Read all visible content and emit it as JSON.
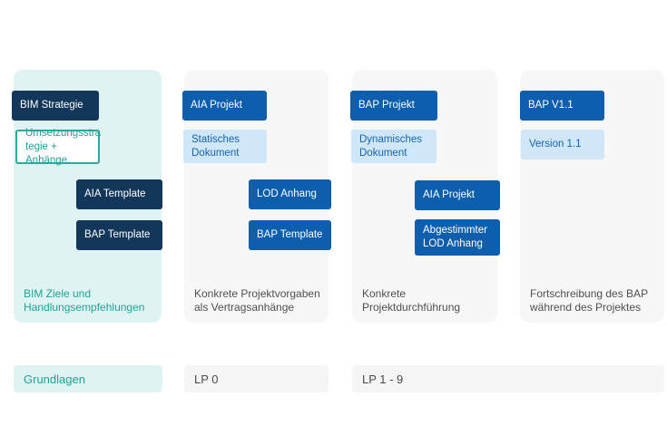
{
  "colors": {
    "navy": "#13365B",
    "blue": "#0D5EAC",
    "light_blue_bg": "#CFE7F8",
    "blue_text": "#1464B2",
    "teal_text": "#1FA29A",
    "teal_border": "#2EA9A2",
    "teal_panel": "#DFF4F2",
    "gray_panel": "#F7F7F7",
    "footer_gray": "#F5F5F5",
    "caption_gray": "#4F4F4F"
  },
  "columns": [
    {
      "caption": "BIM Ziele und\nHandlungsempfehlungen",
      "boxes": [
        {
          "label": "BIM Strategie"
        },
        {
          "label": "Umsetzungsstra\ntegie + Anhänge"
        },
        {
          "label": "AIA Template"
        },
        {
          "label": "BAP Template"
        }
      ]
    },
    {
      "caption": "Konkrete Projektvorgaben\nals Vertragsanhänge",
      "boxes": [
        {
          "label": "AIA Projekt"
        },
        {
          "label": "Statisches\nDokument"
        },
        {
          "label": "LOD Anhang"
        },
        {
          "label": "BAP Template"
        }
      ]
    },
    {
      "caption": "Konkrete\nProjektdurchführung",
      "boxes": [
        {
          "label": "BAP Projekt"
        },
        {
          "label": "Dynamisches\nDokument"
        },
        {
          "label": "AIA Projekt"
        },
        {
          "label": "Abgestimmter\nLOD Anhang"
        }
      ]
    },
    {
      "caption": "Fortschreibung des BAP\nwährend des Projektes",
      "boxes": [
        {
          "label": "BAP V1.1"
        },
        {
          "label": "Version 1.1"
        }
      ]
    }
  ],
  "footer": [
    {
      "label": "Grundlagen"
    },
    {
      "label": "LP 0"
    },
    {
      "label": "LP 1 - 9"
    }
  ]
}
